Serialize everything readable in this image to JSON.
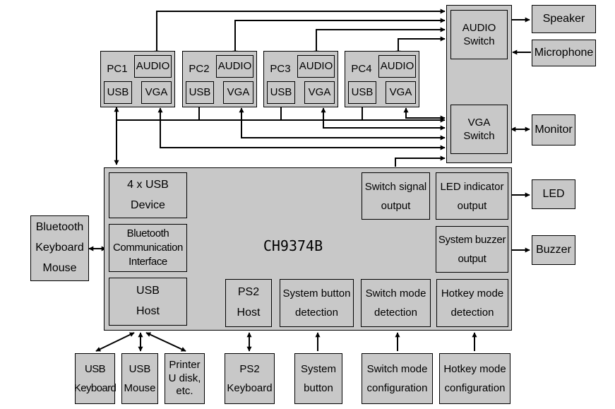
{
  "switches": {
    "audio": [
      "AUDIO",
      "Switch"
    ],
    "vga": [
      "VGA",
      "Switch"
    ]
  },
  "pcs": [
    {
      "name": "PC1",
      "audio": "AUDIO",
      "usb": "USB",
      "vga": "VGA"
    },
    {
      "name": "PC2",
      "audio": "AUDIO",
      "usb": "USB",
      "vga": "VGA"
    },
    {
      "name": "PC3",
      "audio": "AUDIO",
      "usb": "USB",
      "vga": "VGA"
    },
    {
      "name": "PC4",
      "audio": "AUDIO",
      "usb": "USB",
      "vga": "VGA"
    }
  ],
  "peripherals": {
    "speaker": "Speaker",
    "microphone": "Microphone",
    "monitor": "Monitor",
    "led": "LED",
    "buzzer": "Buzzer",
    "bluetooth": [
      "Bluetooth",
      "Keyboard",
      "Mouse"
    ]
  },
  "chip": {
    "name": "CH9374B",
    "usb_device": [
      "4 x USB",
      "Device"
    ],
    "bt_interface": [
      "Bluetooth",
      "Communication",
      "Interface"
    ],
    "usb_host": [
      "USB",
      "Host"
    ],
    "ps2_host": [
      "PS2",
      "Host"
    ],
    "system_button_detection": [
      "System button",
      "detection"
    ],
    "switch_mode_detection": [
      "Switch mode",
      "detection"
    ],
    "hotkey_mode_detection": [
      "Hotkey mode",
      "detection"
    ],
    "switch_signal_output": [
      "Switch signal",
      "output"
    ],
    "led_indicator_output": [
      "LED indicator",
      "output"
    ],
    "system_buzzer_output": [
      "System buzzer",
      "output"
    ]
  },
  "bottom": {
    "usb_keyboard": [
      "USB",
      "Keyboard"
    ],
    "usb_mouse": [
      "USB",
      "Mouse"
    ],
    "printer": [
      "Printer",
      "U disk,",
      "etc."
    ],
    "ps2_keyboard": [
      "PS2",
      "Keyboard"
    ],
    "system_button": [
      "System",
      "button"
    ],
    "switch_mode_config": [
      "Switch mode",
      "configuration"
    ],
    "hotkey_mode_config": [
      "Hotkey mode",
      "configuration"
    ]
  }
}
